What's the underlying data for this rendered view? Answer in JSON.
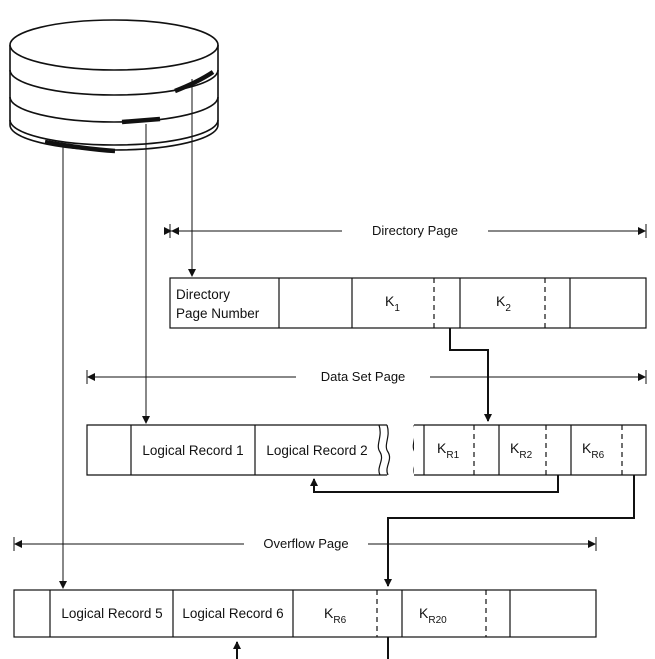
{
  "directory_page": {
    "span_label": "Directory Page",
    "number_label_line1": "Directory",
    "number_label_line2": "Page Number",
    "key1": "K",
    "key1_sub": "1",
    "key2": "K",
    "key2_sub": "2"
  },
  "data_set_page": {
    "span_label": "Data Set Page",
    "record1": "Logical Record 1",
    "record2": "Logical Record 2",
    "key_r1": "K",
    "key_r1_sub": "R1",
    "key_r2": "K",
    "key_r2_sub": "R2",
    "key_r6": "K",
    "key_r6_sub": "R6"
  },
  "overflow_page": {
    "span_label": "Overflow Page",
    "record5": "Logical Record 5",
    "record6": "Logical Record 6",
    "key_r6": "K",
    "key_r6_sub": "R6",
    "key_r20": "K",
    "key_r20_sub": "R20"
  },
  "colors": {
    "line": "#111111",
    "background": "#ffffff"
  }
}
